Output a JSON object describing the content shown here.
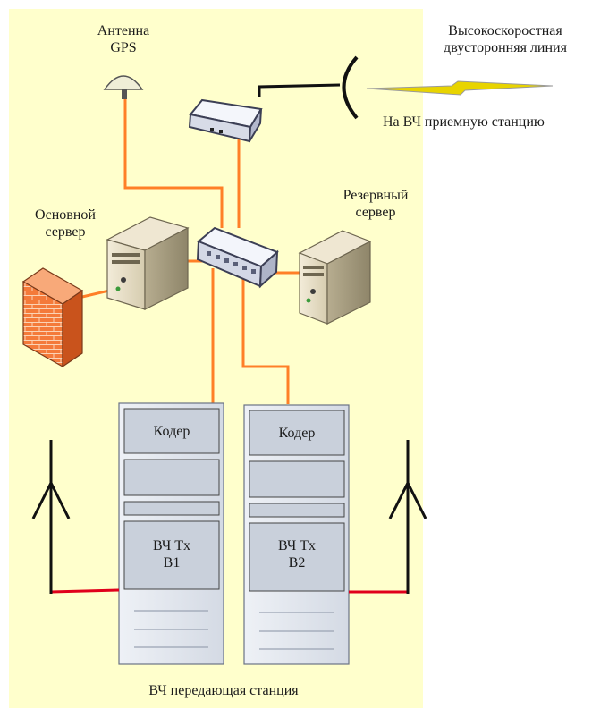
{
  "labels": {
    "gps_antenna": [
      "Антенна",
      "GPS"
    ],
    "link": [
      "Высокоскоростная",
      "двусторонняя линия"
    ],
    "receive_station": "На ВЧ приемную станцию",
    "main_server": [
      "Основной",
      "сервер"
    ],
    "backup_server": [
      "Резервный",
      "сервер"
    ],
    "rack1": {
      "coder": "Кодер",
      "tx": [
        "ВЧ Tx",
        "B1"
      ]
    },
    "rack2": {
      "coder": "Кодер",
      "tx": [
        "ВЧ Tx",
        "B2"
      ]
    },
    "station": "ВЧ передающая станция"
  },
  "colors": {
    "station_bg": "#ffffcc",
    "cable": "#ff7f27",
    "rf_feed": "#e0001b",
    "lightning": "#e8d400",
    "rack": "#dde3ec",
    "rack_module": "#c9d0db"
  }
}
